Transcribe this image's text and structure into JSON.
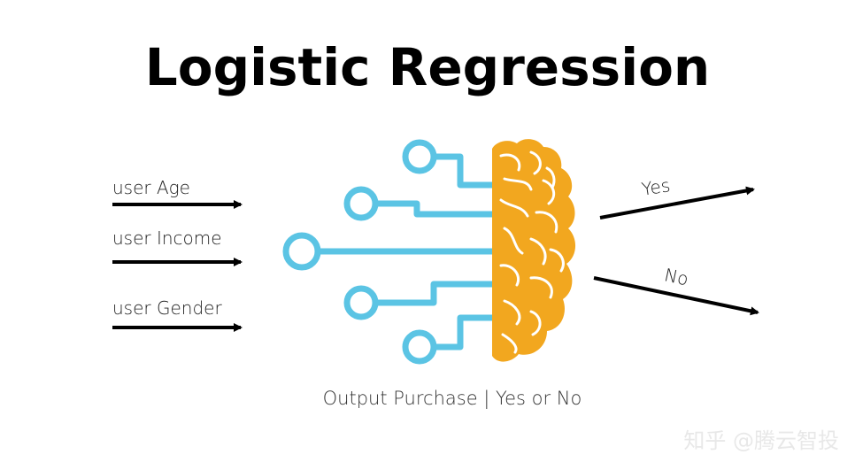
{
  "title": "Logistic Regression",
  "inputs": [
    "user Age",
    "user Income",
    "user Gender"
  ],
  "outputs": [
    "Yes",
    "No"
  ],
  "caption": "Output Purchase | Yes or No",
  "watermark": "知乎 @腾云智投",
  "colors": {
    "circuit": "#5bc4e4",
    "brain": "#f2a71f",
    "brain_lines": "#ffffff",
    "arrow": "#000000"
  },
  "icons": [
    "brain-icon",
    "circuit-icon"
  ]
}
